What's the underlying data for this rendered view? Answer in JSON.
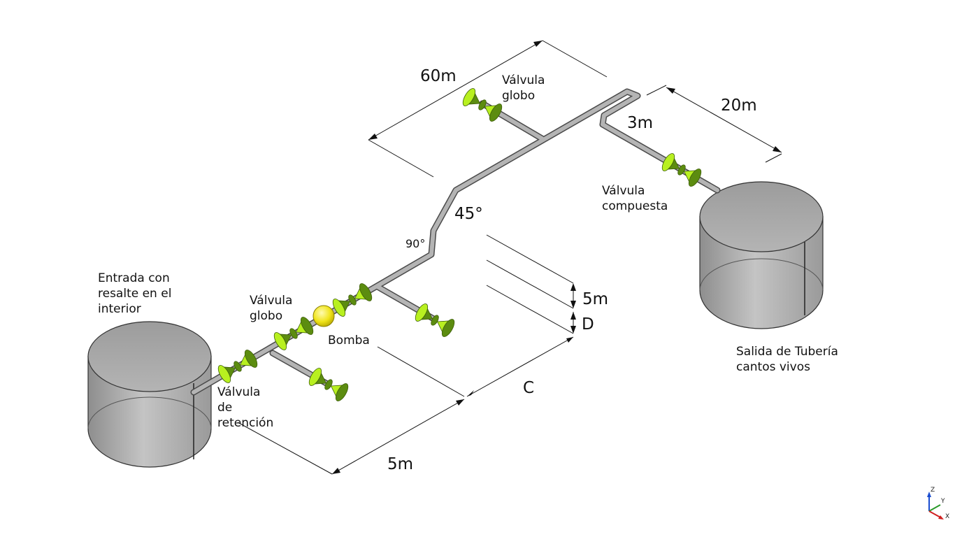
{
  "colors": {
    "pipe": "#a9a9a9",
    "pipe_edge": "#4a4a4a",
    "valve_light": "#b8f020",
    "valve_dark": "#5c8c10",
    "pump": "#f2ea1c",
    "tank_fill": "#bcbcbc",
    "dim_line": "#111111",
    "axis_z": "#1a4cd0",
    "axis_y": "#2a9a2a",
    "axis_x": "#d02020"
  },
  "labels": {
    "entrada": [
      "Entrada con",
      "resalte en el",
      "interior"
    ],
    "valvula_globo_low": [
      "Válvula",
      "globo"
    ],
    "valvula_globo_top": [
      "Válvula",
      "globo"
    ],
    "bomba": "Bomba",
    "valvula_retencion": [
      "Válvula",
      "de",
      "retención"
    ],
    "valvula_compuesta": [
      "Válvula",
      "compuesta"
    ],
    "salida": [
      "Salida de Tubería",
      "cantos vivos"
    ]
  },
  "dimensions": {
    "d60": "60m",
    "d20": "20m",
    "d3": "3m",
    "d5v": "5m",
    "dD": "D",
    "dC": "C",
    "d5h": "5m"
  },
  "angles": {
    "a45": "45°",
    "a90": "90°"
  },
  "axes": {
    "z": "Z",
    "y": "Y",
    "x": "X"
  },
  "icons": [
    "valve-icon",
    "pump-icon",
    "tank-icon",
    "axis-triad-icon"
  ]
}
